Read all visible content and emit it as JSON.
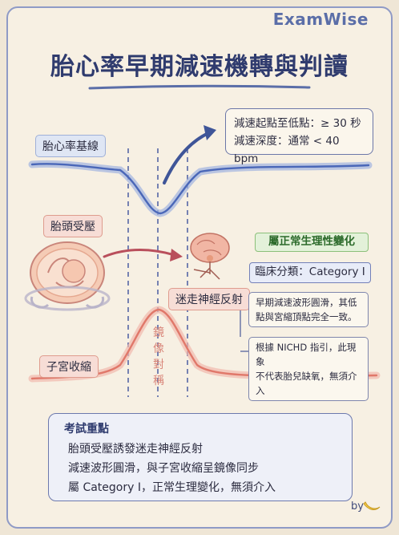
{
  "brand": "ExamWise",
  "title": "胎心率早期減速機轉與判讀",
  "labels": {
    "baseline": "胎心率基線",
    "head_compression": "胎頭受壓",
    "contraction": "子宮收縮",
    "vagal_reflex": "迷走神經反射"
  },
  "info_card": {
    "line1": "減速起點至低點：≥ 30 秒",
    "line2": "減速深度：通常 < 40 bpm"
  },
  "mirror_text": [
    "鏡",
    "像",
    "對",
    "稱"
  ],
  "physiology_badge": "屬正常生理性變化",
  "category_badge": "臨床分類：Category I",
  "note1": [
    "早期減速波形圓滑，其低",
    "點與宮縮頂點完全一致。"
  ],
  "note2": [
    "根據 NICHD 指引，此現象",
    "不代表胎兒缺氧，無須介入"
  ],
  "summary": {
    "title": "考試重點",
    "items": [
      "胎頭受壓誘發迷走神經反射",
      "減速波形圓滑，與子宮收縮呈鏡像同步",
      "屬 Category I，正常生理變化，無須介入"
    ]
  },
  "byline": "by",
  "colors": {
    "accent": "#5b6ea8",
    "heart_rate_wave": "#4a67b8",
    "contraction_wave": "#e0786a",
    "green": "#8cc07a"
  }
}
